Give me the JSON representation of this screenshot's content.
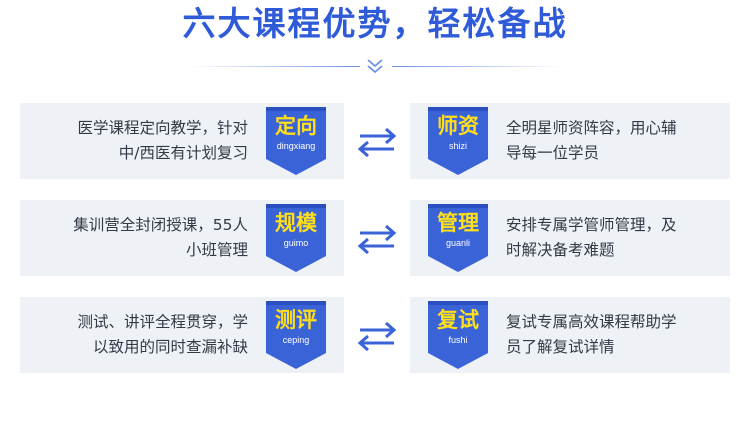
{
  "header": {
    "title": "六大课程优势，轻松备战"
  },
  "colors": {
    "accent": "#2f5bd8",
    "badge_fill": "#3a63d8",
    "badge_title": "#ffde1a",
    "card_bg": "#eef1f6"
  },
  "icons": {
    "divider": "double-chevron-down-icon",
    "swap": "swap-arrows-icon",
    "badge": "ribbon-badge-icon"
  },
  "rows": [
    {
      "left": {
        "badge": "定向",
        "badge_sub": "dingxiang",
        "lines": [
          "医学课程定向教学，针对",
          "中/西医有计划复习"
        ]
      },
      "right": {
        "badge": "师资",
        "badge_sub": "shizi",
        "lines": [
          "全明星师资阵容，用心辅",
          "导每一位学员"
        ]
      }
    },
    {
      "left": {
        "badge": "规模",
        "badge_sub": "guimo",
        "lines": [
          "集训营全封闭授课，55人",
          "小班管理"
        ]
      },
      "right": {
        "badge": "管理",
        "badge_sub": "guanli",
        "lines": [
          "安排专属学管师管理，及",
          "时解决备考难题"
        ]
      }
    },
    {
      "left": {
        "badge": "测评",
        "badge_sub": "ceping",
        "lines": [
          "测试、讲评全程贯穿，学",
          "以致用的同时查漏补缺"
        ]
      },
      "right": {
        "badge": "复试",
        "badge_sub": "fushi",
        "lines": [
          "复试专属高效课程帮助学",
          "员了解复试详情"
        ]
      }
    }
  ]
}
